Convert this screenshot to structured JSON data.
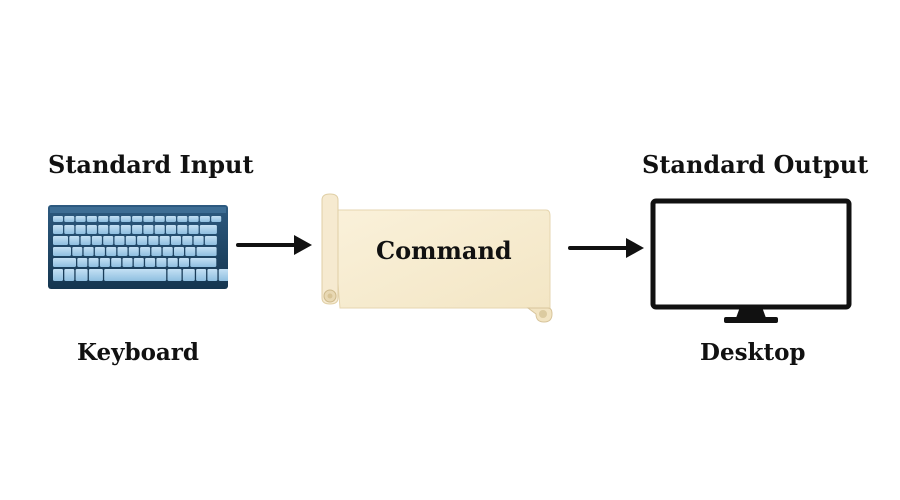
{
  "diagram": {
    "input_title": "Standard Input",
    "output_title": "Standard Output",
    "keyboard_label": "Keyboard",
    "desktop_label": "Desktop",
    "command_label": "Command"
  },
  "icons": {
    "keyboard": "keyboard-icon",
    "scroll": "scroll-icon",
    "monitor": "monitor-icon",
    "arrow": "arrow-right-icon"
  },
  "colors": {
    "text": "#111111",
    "scroll_fill": "#f7eccf",
    "keyboard_keys": "#a8cde8",
    "keyboard_body": "#1c4566",
    "monitor_frame": "#111111"
  }
}
